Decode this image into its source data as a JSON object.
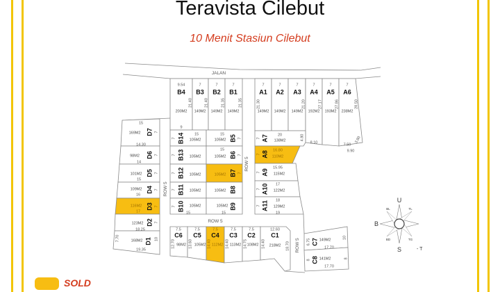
{
  "title": "Teravista Cilebut",
  "subtitle": "10 Menit Stasiun Cilebut",
  "colors": {
    "sold": "#f7bd12",
    "frame": "#f2c500",
    "accent": "#d43c1e",
    "lines": "#888888"
  },
  "road_labels": {
    "jalan": "JALAN",
    "row5_a": "ROW 5",
    "row5_b": "ROW 5",
    "row5_c": "ROW 5",
    "row5_d": "ROW 5"
  },
  "compass": {
    "north": "U",
    "south": "S",
    "west": "B",
    "northeast": "TL",
    "northwest": "BL",
    "southwest": "BD",
    "southeast": "TG",
    "east_marker": "- T"
  },
  "legend": {
    "label": "SOLD",
    "icon": "yellow-swatch"
  },
  "lots": [
    {
      "id": "B4",
      "area": "200M2",
      "dims": [
        "9.54",
        "21.40",
        "9"
      ],
      "sold": false
    },
    {
      "id": "B3",
      "area": "149M2",
      "dims": [
        "7",
        "21.40"
      ],
      "sold": false
    },
    {
      "id": "B2",
      "area": "149M2",
      "dims": [
        "7",
        "21.35"
      ],
      "sold": false
    },
    {
      "id": "B1",
      "area": "149M2",
      "dims": [
        "7",
        "21.35"
      ],
      "sold": false
    },
    {
      "id": "A1",
      "area": "149M2",
      "dims": [
        "7",
        "21.30"
      ],
      "sold": false
    },
    {
      "id": "A2",
      "area": "149M2",
      "dims": [
        "7"
      ],
      "sold": false
    },
    {
      "id": "A3",
      "area": "149M2",
      "dims": [
        "7",
        "21.20"
      ],
      "sold": false
    },
    {
      "id": "A4",
      "area": "192M2",
      "dims": [
        "7",
        "27.17",
        "8.10"
      ],
      "sold": false
    },
    {
      "id": "A5",
      "area": "193M2",
      "dims": [
        "7",
        "27.86"
      ],
      "sold": false
    },
    {
      "id": "A6",
      "area": "238M2",
      "dims": [
        "7",
        "28.50",
        "7.50",
        "3.80",
        "9.90"
      ],
      "sold": false
    },
    {
      "id": "A7",
      "area": "138M2",
      "dims": [
        "7",
        "20",
        "4.80"
      ],
      "sold": false
    },
    {
      "id": "A8",
      "area": "110M2",
      "dims": [
        "7",
        "16.80"
      ],
      "sold": true
    },
    {
      "id": "A9",
      "area": "115M2",
      "dims": [
        "7",
        "15.95"
      ],
      "sold": false
    },
    {
      "id": "A10",
      "area": "122M2",
      "dims": [
        "7",
        "17"
      ],
      "sold": false
    },
    {
      "id": "A11",
      "area": "129M2",
      "dims": [
        "7",
        "18",
        "19"
      ],
      "sold": false
    },
    {
      "id": "B14",
      "area": "105M2",
      "dims": [
        "7",
        "15"
      ],
      "sold": false
    },
    {
      "id": "B5",
      "area": "105M2",
      "dims": [
        "7",
        "15"
      ],
      "sold": false
    },
    {
      "id": "B13",
      "area": "105M2",
      "dims": [
        "7"
      ],
      "sold": false
    },
    {
      "id": "B6",
      "area": "105M2",
      "dims": [
        "7",
        "15"
      ],
      "sold": false
    },
    {
      "id": "B12",
      "area": "105M2",
      "dims": [
        "7"
      ],
      "sold": false
    },
    {
      "id": "B7",
      "area": "105M2",
      "dims": [
        "7"
      ],
      "sold": true
    },
    {
      "id": "B11",
      "area": "105M2",
      "dims": [
        "7"
      ],
      "sold": false
    },
    {
      "id": "B8",
      "area": "105M2",
      "dims": [
        "7"
      ],
      "sold": false
    },
    {
      "id": "B10",
      "area": "105M2",
      "dims": [
        "7",
        "15"
      ],
      "sold": false
    },
    {
      "id": "B9",
      "area": "105M2",
      "dims": [
        "15"
      ],
      "sold": false
    },
    {
      "id": "D7",
      "area": "169M2",
      "dims": [
        "15",
        "7",
        "14.30"
      ],
      "sold": false
    },
    {
      "id": "D6",
      "area": "98M2",
      "dims": [
        "7",
        "14"
      ],
      "sold": false
    },
    {
      "id": "D5",
      "area": "101M2",
      "dims": [
        "7",
        "15"
      ],
      "sold": false
    },
    {
      "id": "D4",
      "area": "109M2",
      "dims": [
        "7",
        "16"
      ],
      "sold": false
    },
    {
      "id": "D3",
      "area": "116M2",
      "dims": [
        "7",
        "17"
      ],
      "sold": true
    },
    {
      "id": "D2",
      "area": "123M2",
      "dims": [
        "7",
        "18.25"
      ],
      "sold": false
    },
    {
      "id": "D1",
      "area": "168M2",
      "dims": [
        "7.70",
        "10",
        "19.35"
      ],
      "sold": false
    },
    {
      "id": "C6",
      "area": "98M2",
      "dims": [
        "7.5",
        "12.70"
      ],
      "sold": false
    },
    {
      "id": "C5",
      "area": "105M2",
      "dims": [
        "7.5",
        "13.60"
      ],
      "sold": false
    },
    {
      "id": "C4",
      "area": "112M2",
      "dims": [
        "7.5",
        "14.40"
      ],
      "sold": true
    },
    {
      "id": "C3",
      "area": "113M2",
      "dims": [
        "7.5",
        "14.40"
      ],
      "sold": false
    },
    {
      "id": "C2",
      "area": "108M2",
      "dims": [
        "7.5",
        "14.75"
      ],
      "sold": false
    },
    {
      "id": "C1",
      "area": "218M2",
      "dims": [
        "12.60",
        "14.40",
        "18.70"
      ],
      "sold": false
    },
    {
      "id": "C7",
      "area": "149M2",
      "dims": [
        "6.75",
        "10",
        "17.70"
      ],
      "sold": false
    },
    {
      "id": "C8",
      "area": "141M2",
      "dims": [
        "8",
        "8",
        "17.70"
      ],
      "sold": false
    }
  ]
}
